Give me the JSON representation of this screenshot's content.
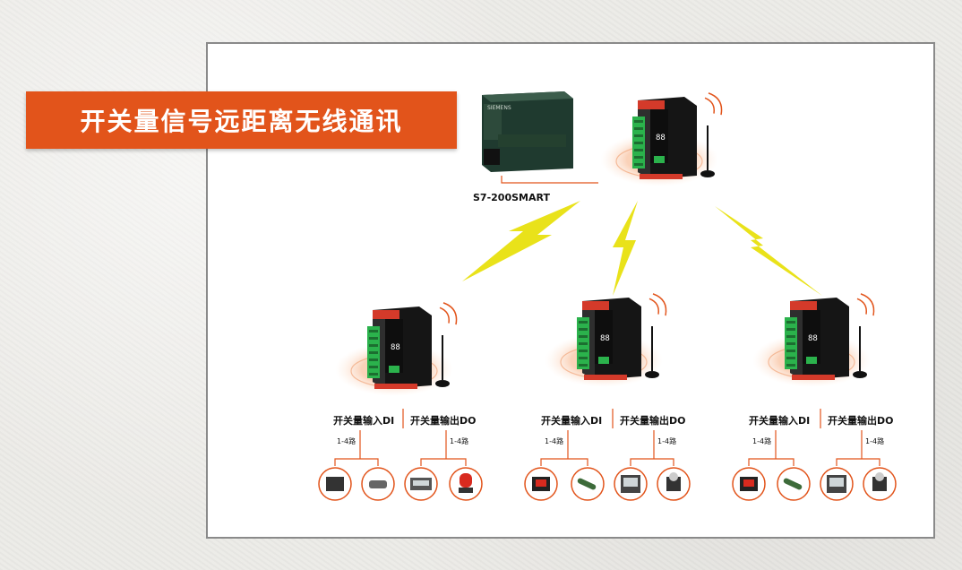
{
  "banner": {
    "title": "开关量信号远距离无线通讯"
  },
  "plc": {
    "label": "S7-200SMART"
  },
  "nodes": [
    {
      "di_label": "开关量输入DI",
      "do_label": "开关量输出DO",
      "di_count": "1-4路",
      "do_count": "1-4路",
      "devices": [
        "camera-icon",
        "connector-icon",
        "meter-icon",
        "alarm-light-icon"
      ]
    },
    {
      "di_label": "开关量输入DI",
      "do_label": "开关量输出DO",
      "di_count": "1-4路",
      "do_count": "1-4路",
      "devices": [
        "rocker-switch-icon",
        "sensor-icon",
        "panel-meter-icon",
        "relay-icon"
      ]
    },
    {
      "di_label": "开关量输入DI",
      "do_label": "开关量输出DO",
      "di_count": "1-4路",
      "do_count": "1-4路",
      "devices": [
        "rocker-switch-icon",
        "sensor-icon",
        "panel-meter-icon",
        "relay-icon"
      ]
    }
  ],
  "colors": {
    "accent": "#e2541b",
    "signal": "#e9e21a",
    "line": "#e2541b"
  }
}
